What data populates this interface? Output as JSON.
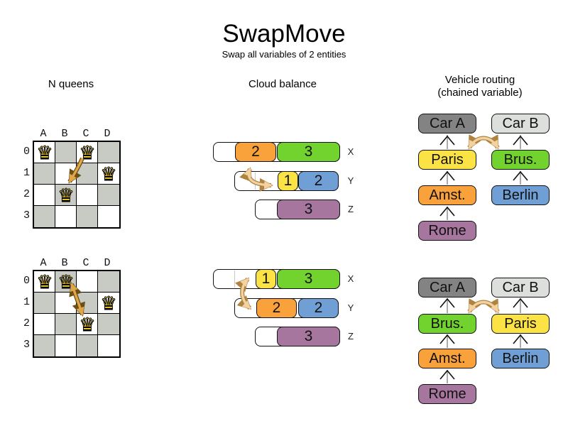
{
  "header": {
    "title": "SwapMove",
    "subtitle": "Swap all variables of 2 entities"
  },
  "sections": {
    "nqueens_title": "N queens",
    "cloud_title": "Cloud balance",
    "vehicle_title_line1": "Vehicle routing",
    "vehicle_title_line2": "(chained variable)"
  },
  "nqueens": {
    "column_labels": [
      "A",
      "B",
      "C",
      "D"
    ],
    "row_labels": [
      "0",
      "1",
      "2",
      "3"
    ],
    "queen_glyph": "♛",
    "before_queens": [
      "A0",
      "C0",
      "D1",
      "B2"
    ],
    "after_queens": [
      "A0",
      "B0",
      "D1",
      "C2"
    ],
    "swap": "C0 ↔ B2"
  },
  "cloud": {
    "before": {
      "rows": [
        {
          "label": "X",
          "blocks": [
            {
              "value": "2",
              "color": "orange"
            },
            {
              "value": "3",
              "color": "green"
            }
          ]
        },
        {
          "label": "Y",
          "blocks": [
            {
              "value": "1",
              "color": "yellow"
            },
            {
              "value": "2",
              "color": "blue"
            }
          ]
        },
        {
          "label": "Z",
          "blocks": [
            {
              "value": "3",
              "color": "purple"
            }
          ]
        }
      ]
    },
    "after": {
      "rows": [
        {
          "label": "X",
          "blocks": [
            {
              "value": "1",
              "color": "yellow"
            },
            {
              "value": "3",
              "color": "green"
            }
          ]
        },
        {
          "label": "Y",
          "blocks": [
            {
              "value": "2",
              "color": "orange"
            },
            {
              "value": "2",
              "color": "blue"
            }
          ]
        },
        {
          "label": "Z",
          "blocks": [
            {
              "value": "3",
              "color": "purple"
            }
          ]
        }
      ]
    }
  },
  "vehicle": {
    "before": {
      "left_chain": [
        {
          "label": "Car A",
          "color": "car_a"
        },
        {
          "label": "Paris",
          "color": "yellow"
        },
        {
          "label": "Amst.",
          "color": "orange"
        },
        {
          "label": "Rome",
          "color": "purple"
        }
      ],
      "right_chain": [
        {
          "label": "Car B",
          "color": "car_b"
        },
        {
          "label": "Brus.",
          "color": "green"
        },
        {
          "label": "Berlin",
          "color": "blue"
        }
      ]
    },
    "after": {
      "left_chain": [
        {
          "label": "Car A",
          "color": "car_a"
        },
        {
          "label": "Brus.",
          "color": "green"
        },
        {
          "label": "Amst.",
          "color": "orange"
        },
        {
          "label": "Rome",
          "color": "purple"
        }
      ],
      "right_chain": [
        {
          "label": "Car B",
          "color": "car_b"
        },
        {
          "label": "Paris",
          "color": "yellow"
        },
        {
          "label": "Berlin",
          "color": "blue"
        }
      ]
    }
  },
  "palette": {
    "orange": "#f9a13a",
    "green": "#73d32e",
    "yellow": "#fbe245",
    "blue": "#6f9fd4",
    "purple": "#a6769f",
    "car_a": "#838383",
    "car_b": "#dcdfdc",
    "board_dark": "#c7cbc3",
    "arrow_gold": "#dfa64a",
    "arrow_tan": "#f1d2a0",
    "arrow_outline_dark": "#6d4e12",
    "arrow_outline_mid": "#b08440"
  }
}
